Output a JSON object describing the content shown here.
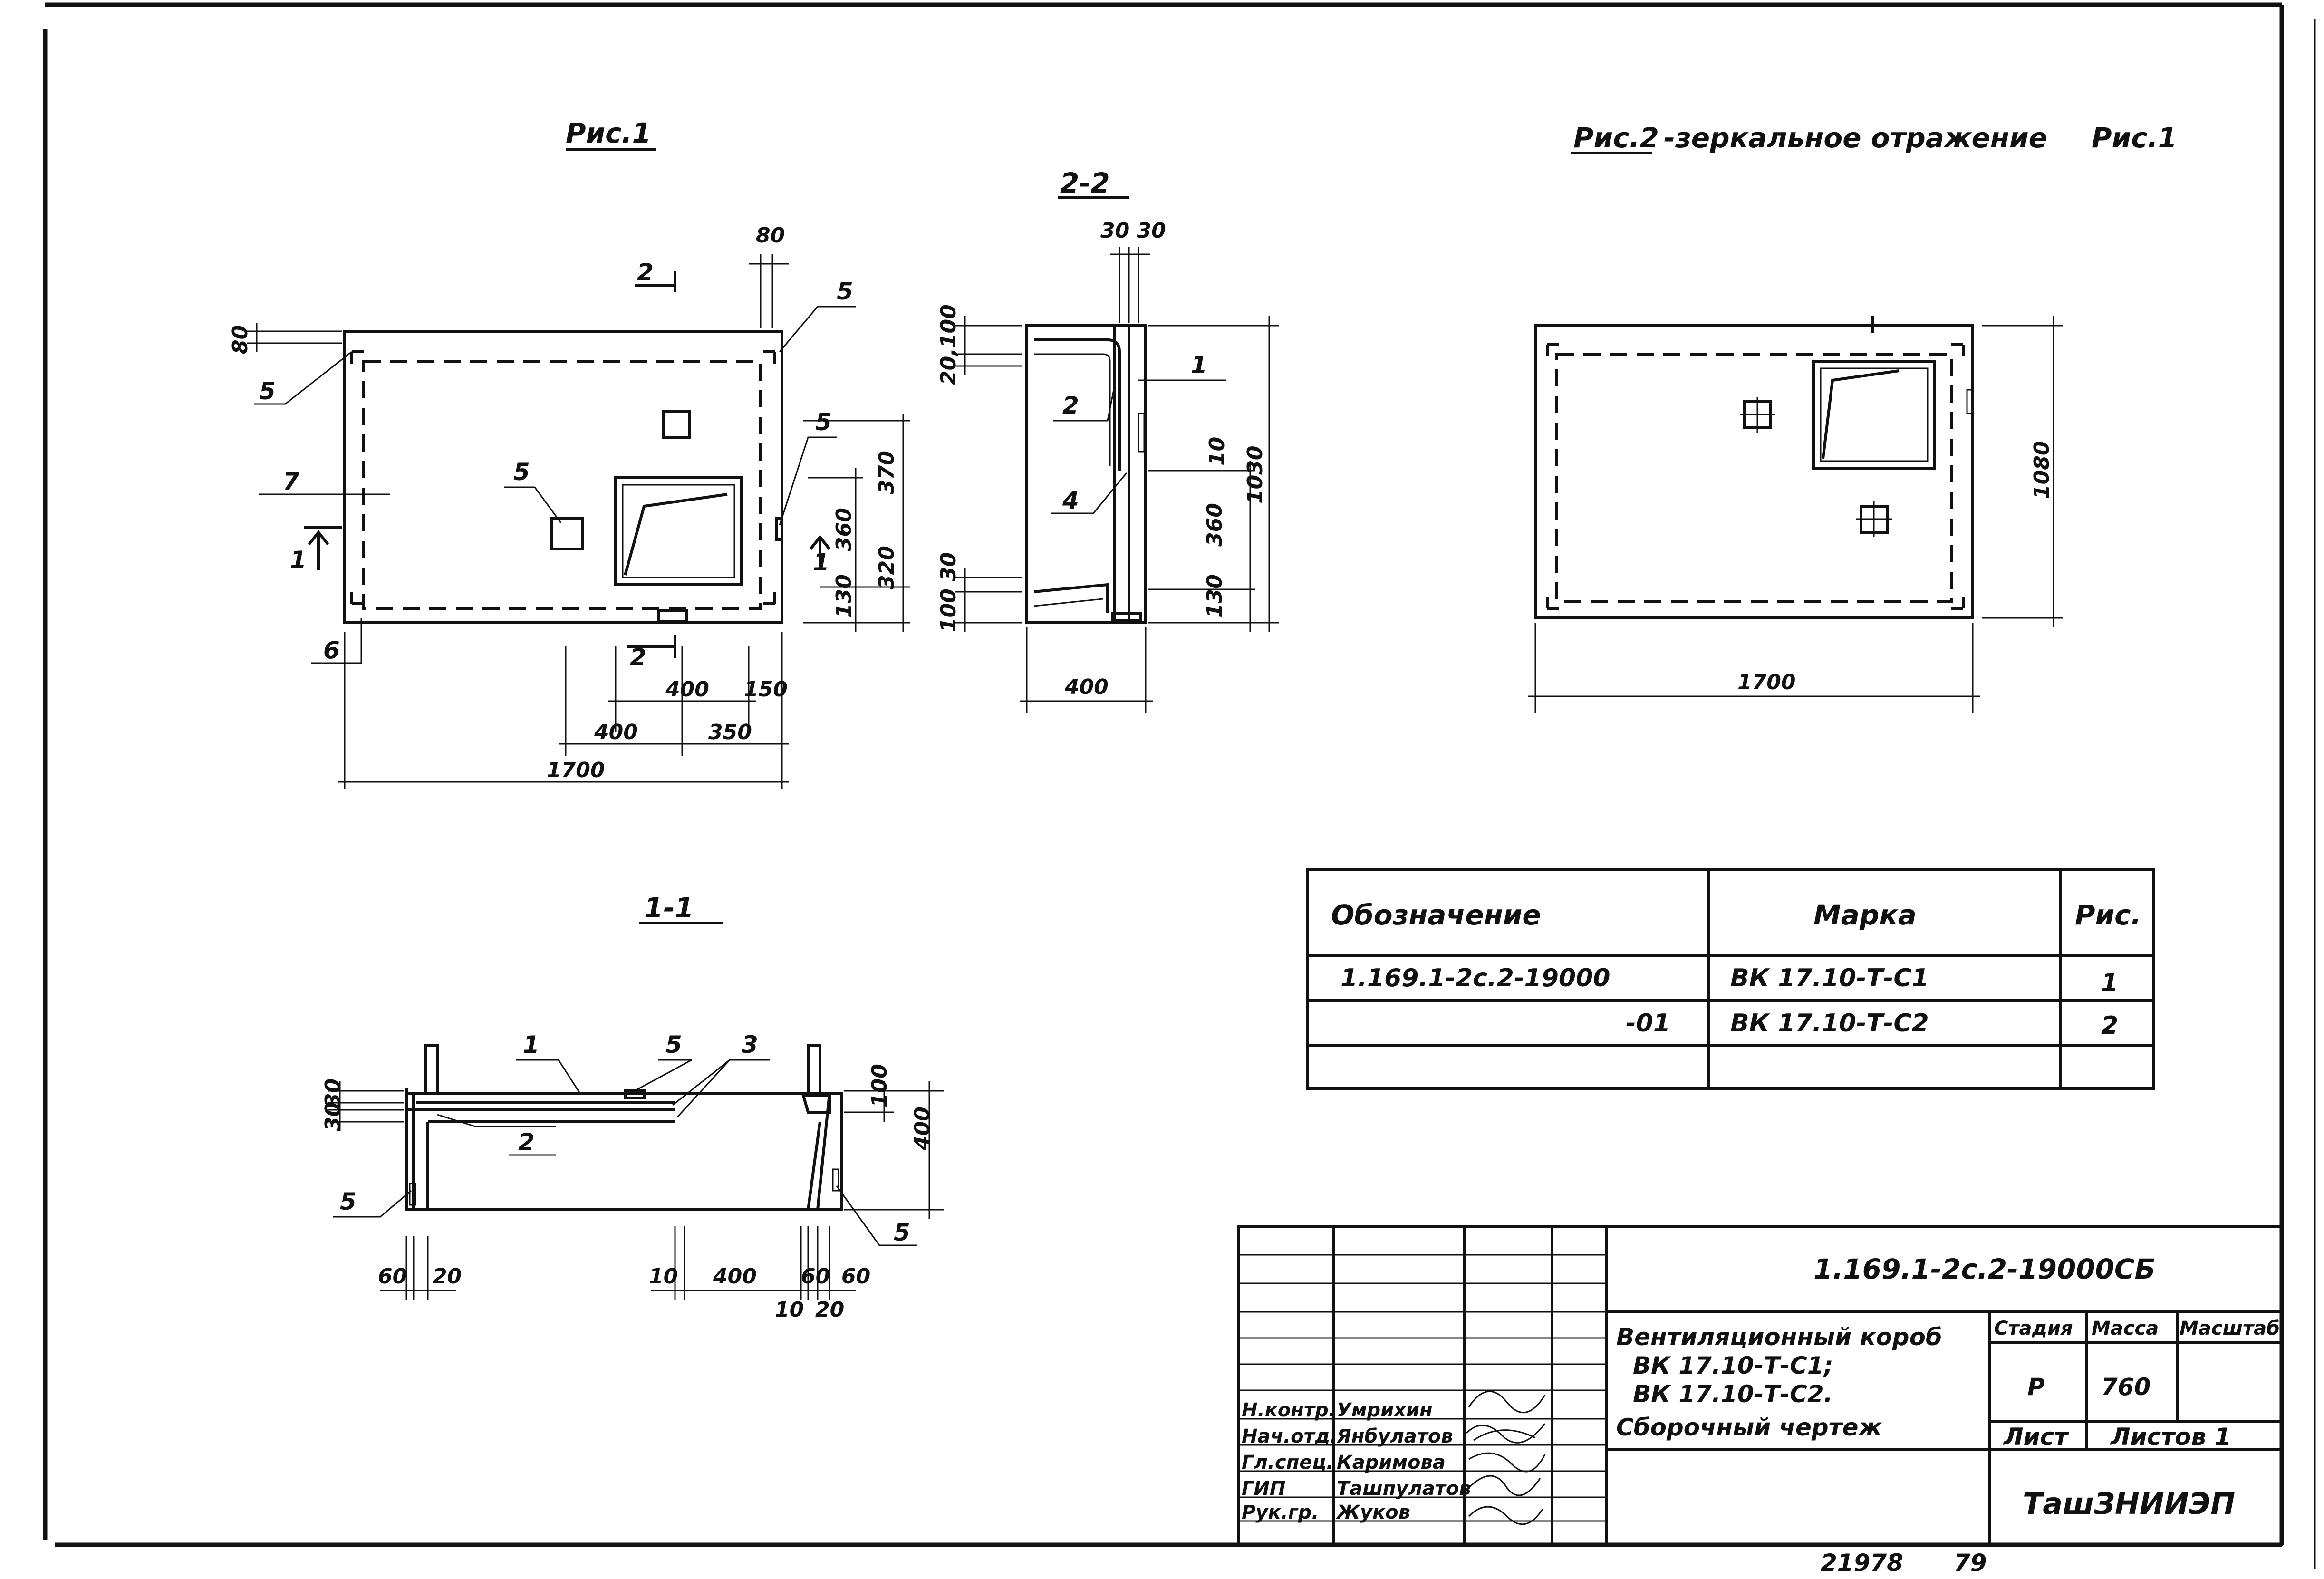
{
  "figures": {
    "fig1_title": "Рис.1",
    "fig2_title": "Рис.2",
    "fig2_caption": "-зеркальное отражение",
    "fig2_ref": "Рис.1",
    "section_22": "2-2",
    "section_11": "1-1",
    "cut_2": "2",
    "cut_1": "1"
  },
  "dims": {
    "d80": "80",
    "d1700": "1700",
    "d400": "400",
    "d350": "350",
    "d150": "150",
    "d370": "370",
    "d360": "360",
    "d320": "320",
    "d130": "130",
    "d3030": "30 30",
    "d20100": "20,100",
    "d1030": "1030",
    "d10": "10",
    "d10030": "100 30",
    "d30": "30",
    "d100": "100",
    "d60": "60",
    "d20": "20",
    "d1080": "1080"
  },
  "callouts": {
    "c1": "1",
    "c2": "2",
    "c3": "3",
    "c4": "4",
    "c5": "5",
    "c6": "6",
    "c7": "7"
  },
  "spec_table": {
    "headers": [
      "Обозначение",
      "Марка",
      "Рис."
    ],
    "rows": [
      [
        "1.169.1-2с.2-19000",
        "ВК 17.10-Т-С1",
        "1"
      ],
      [
        "-01",
        "ВК 17.10-Т-С2",
        "2"
      ],
      [
        "",
        "",
        ""
      ]
    ]
  },
  "title_block": {
    "doc_code": "1.169.1-2с.2-19000СБ",
    "name_lines": [
      "Вентиляционный короб",
      "ВК 17.10-Т-С1;",
      "ВК 17.10-Т-С2.",
      "Сборочный чертеж"
    ],
    "stage_label": "Стадия",
    "mass_label": "Масса",
    "scale_label": "Масштаб",
    "stage_value": "Р",
    "mass_value": "760",
    "scale_value": "",
    "sheet_label": "Лист",
    "sheets_label": "Листов 1",
    "organization": "ТашЗНИИЭП",
    "signatures": [
      {
        "role": "Н.контр.",
        "name": "Умрихин"
      },
      {
        "role": "Нач.отд.",
        "name": "Янбулатов"
      },
      {
        "role": "Гл.спец.",
        "name": "Каримова"
      },
      {
        "role": "ГИП",
        "name": "Ташпулатов"
      },
      {
        "role": "Рук.гр.",
        "name": "Жуков"
      }
    ]
  },
  "footer": {
    "inv": "21978",
    "num": "79"
  }
}
